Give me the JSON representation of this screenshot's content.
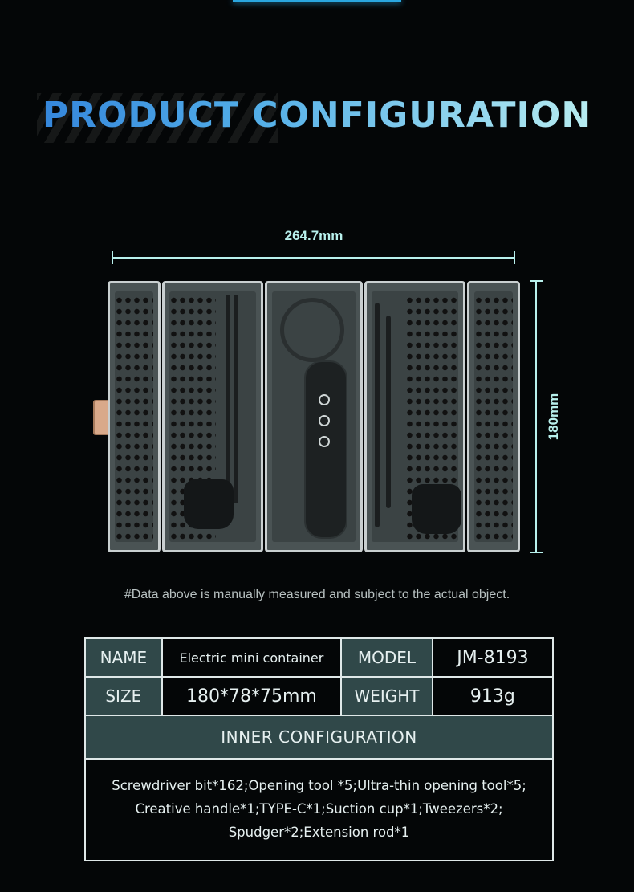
{
  "header": {
    "title": "PRODUCT CONFIGURATION"
  },
  "dimensions": {
    "width_label": "264.7mm",
    "height_label": "180mm"
  },
  "note": "#Data above is manually measured and subject to the actual object.",
  "table": {
    "name_label": "NAME",
    "name_value": "Electric mini container",
    "model_label": "MODEL",
    "model_value": "JM-8193",
    "size_label": "SIZE",
    "size_value": "180*78*75mm",
    "weight_label": "WEIGHT",
    "weight_value": "913g",
    "inner_heading": "INNER CONFIGURATION",
    "inner_lines": [
      "Screwdriver bit*162;Opening tool *5;Ultra-thin opening tool*5;",
      "Creative handle*1;TYPE-C*1;Suction cup*1;Tweezers*2;",
      "Spudger*2;Extension rod*1"
    ]
  },
  "colors": {
    "accent_blue": "#2aa6e0",
    "title_light": "#c4f4f2",
    "table_header_bg": "#304849",
    "dimension_line": "#b8f0ec"
  }
}
